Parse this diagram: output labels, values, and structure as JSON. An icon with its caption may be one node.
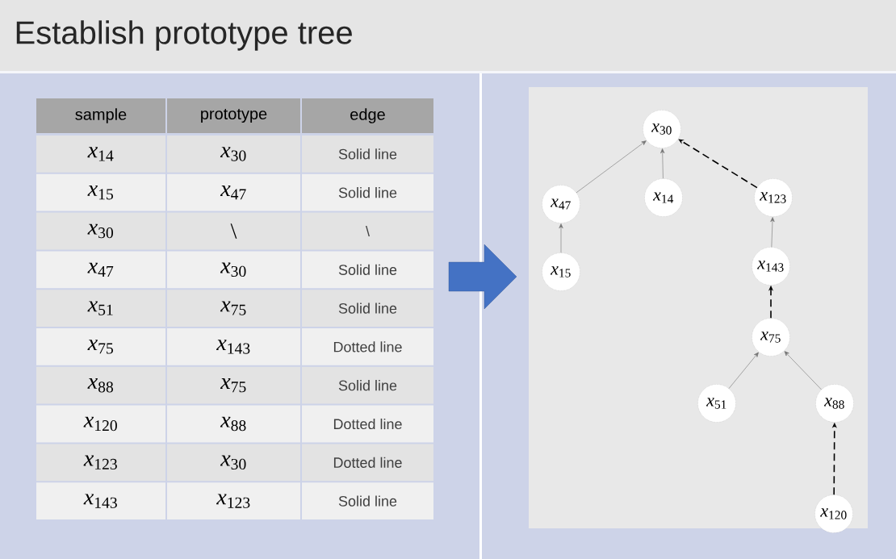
{
  "diagram": {
    "title": "Establish prototype tree",
    "nodes": [
      {
        "text": [
          "*x*$_{30}$"
        ]
      },
      {
        "text": [
          "*x*$_{47}$"
        ]
      },
      {
        "text": [
          "*x*$_{14}$"
        ]
      },
      {
        "text": [
          "*x*$_{123}$"
        ]
      },
      {
        "text": [
          "*x*$_{15}$"
        ]
      },
      {
        "text": [
          "*x*$_{143}$"
        ]
      },
      {
        "text": [
          "*x*$_{75}$"
        ]
      },
      {
        "text": [
          "*x*$_{51}$"
        ]
      },
      {
        "text": [
          "*x*$_{88}$"
        ]
      },
      {
        "text": [
          "*x*$_{120}$"
        ]
      }
    ],
    "edges": [
      {
        "from": 1,
        "to": 0,
        "arrow": "to"
      },
      {
        "from": 2,
        "to": 0,
        "arrow": "to"
      },
      {
        "from": 3,
        "to": 0,
        "arrow": "to",
        "style": "dashed",
        "color": "#000000"
      },
      {
        "from": 4,
        "to": 1,
        "arrow": "to"
      },
      {
        "from": 5,
        "to": 3,
        "arrow": "to"
      },
      {
        "from": 6,
        "to": 5,
        "arrow": "to",
        "style": "dashed",
        "color": "#000000"
      },
      {
        "from": 7,
        "to": 6,
        "arrow": "to"
      },
      {
        "from": 8,
        "to": 6,
        "arrow": "to"
      },
      {
        "from": 9,
        "to": 8,
        "arrow": "to",
        "style": "dashed",
        "color": "#000000"
      }
    ],
    "labels": [
      "sample",
      "prototype",
      "edge",
      "*x*$_{14}$",
      "*x*$_{30}$",
      "Solid line",
      "*x*$_{15}$",
      "*x*$_{47}$",
      "Solid line",
      "*x*$_{30}$",
      "\\",
      "\\",
      "*x*$_{47}$",
      "*x*$_{30}$",
      "Solid line",
      "*x*$_{51}$",
      "*x*$_{75}$",
      "Solid line",
      "*x*$_{75}$",
      "*x*$_{143}$",
      "Dotted line",
      "*x*$_{88}$",
      "*x*$_{75}$",
      "Solid line",
      "*x*$_{120}$",
      "*x*$_{88}$",
      "Dotted line",
      "*x*$_{123}$",
      "*x*$_{30}$",
      "Dotted line",
      "*x*$_{143}$",
      "*x*$_{123}$",
      "Solid line"
    ]
  }
}
